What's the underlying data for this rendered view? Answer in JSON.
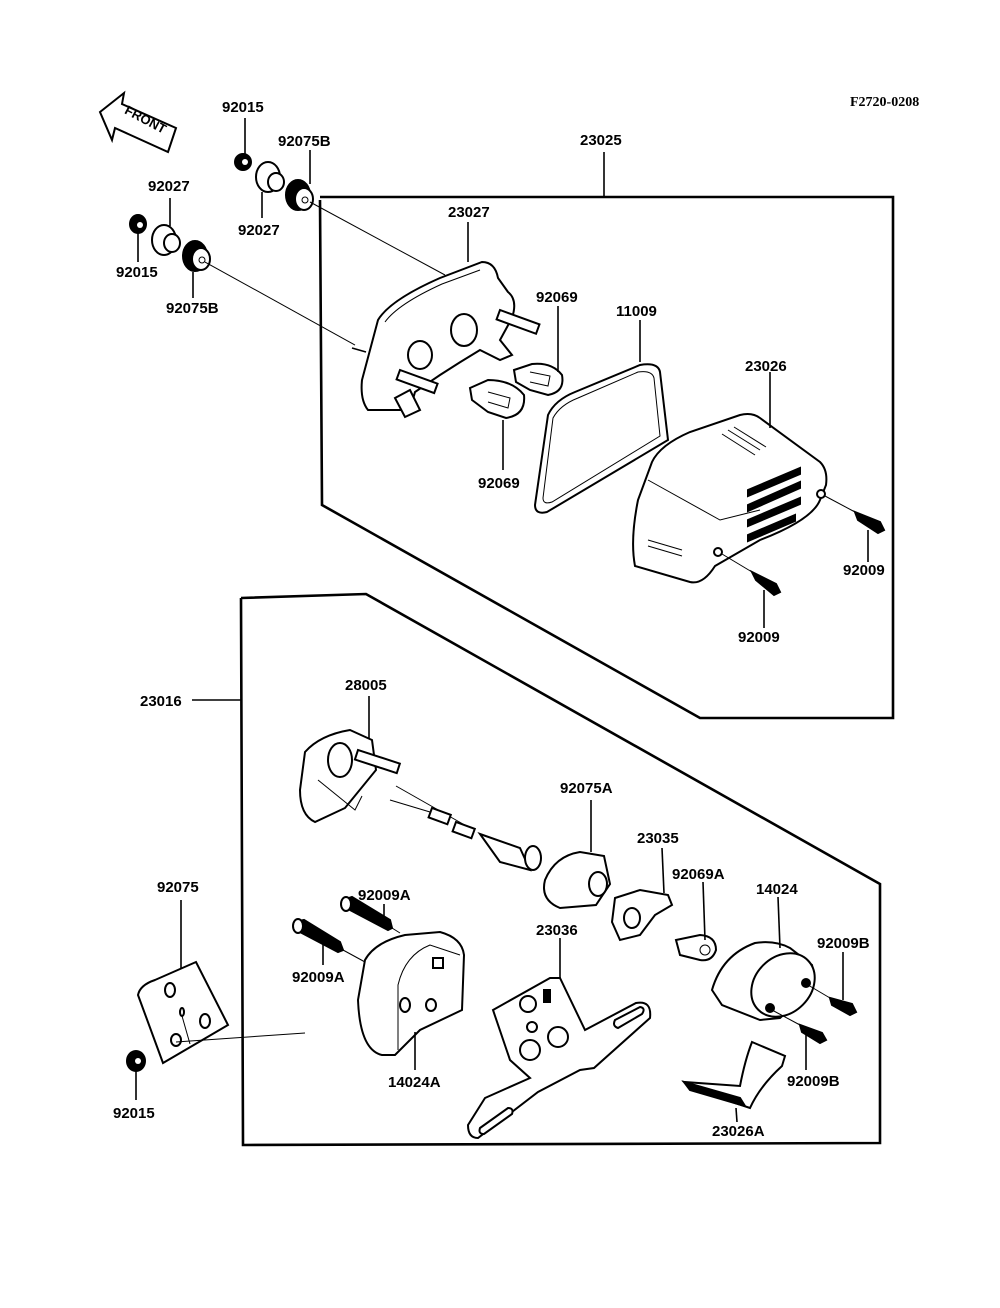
{
  "diagram": {
    "figure_code": "F2720-0208",
    "direction_arrow": "FRONT",
    "labels": {
      "top_92015": "92015",
      "top_92075B": "92075B",
      "top_92027_left": "92027",
      "top_92027_right": "92027",
      "left_92015": "92015",
      "left_92075B": "92075B",
      "assembly_23025": "23025",
      "base_23027": "23027",
      "bulb_92069_top": "92069",
      "bulb_92069_bottom": "92069",
      "gasket_11009": "11009",
      "lens_23026": "23026",
      "screw_92009_right": "92009",
      "screw_92009_bottom": "92009",
      "assembly_23016": "23016",
      "socket_28005": "28005",
      "grommet_92075A": "92075A",
      "holder_23035": "23035",
      "bulb_92069A": "92069A",
      "lens_14024": "14024",
      "screw_92009B_top": "92009B",
      "screw_92009B_bottom": "92009B",
      "bracket_23036": "23036",
      "screw_92009A_top": "92009A",
      "screw_92009A_bottom": "92009A",
      "housing_14024A": "14024A",
      "plate_92075": "92075",
      "nut_92015_bottom": "92015",
      "lens_23026A": "23026A"
    }
  }
}
